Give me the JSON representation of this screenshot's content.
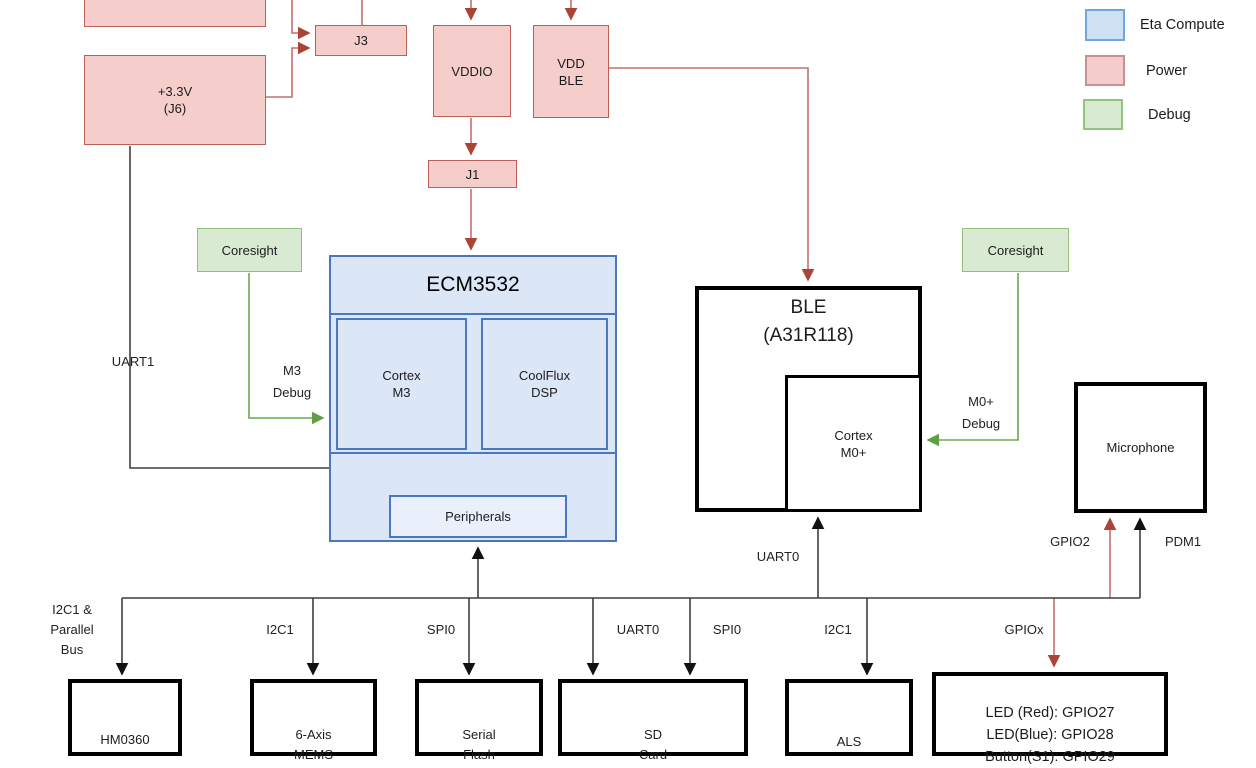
{
  "diagram": {
    "legend": [
      {
        "label": "Eta Compute",
        "fill": "#cfe2f3",
        "border": "#6fa8dc"
      },
      {
        "label": "Power",
        "fill": "#f4cccc",
        "border": "#cc8f8b"
      },
      {
        "label": "Debug",
        "fill": "#d9ead3",
        "border": "#93c47d"
      }
    ],
    "power_nodes": {
      "top_partial_box": "",
      "supply_33v": "+3.3V\n(J6)",
      "j3": "J3",
      "vddio": "VDDIO",
      "vdd_ble": "VDD\nBLE",
      "j1": "J1"
    },
    "debug_nodes": {
      "coresight_left": "Coresight",
      "coresight_right": "Coresight"
    },
    "eta_compute": {
      "title": "ECM3532",
      "cortex_m3": "Cortex\nM3",
      "coolflux_dsp": "CoolFlux\nDSP",
      "peripherals": "Peripherals"
    },
    "ble": {
      "title": "BLE\n(A31R118)",
      "cortex_m0": "Cortex\nM0+"
    },
    "peripheral_nodes": {
      "microphone": "Microphone",
      "hm0360": "HM0360",
      "mems": "6-Axis\nMEMS",
      "serial_flash": "Serial\nFlash",
      "sd_card": "SD\nCard",
      "als": "ALS",
      "led_block": "LED (Red): GPIO27\nLED(Blue): GPIO28\nButton(S1): GPIO29"
    },
    "wire_labels": {
      "uart1": "UART1",
      "m3_debug": "M3\nDebug",
      "m0_debug": "M0+\nDebug",
      "uart0_ble": "UART0",
      "gpio2": "GPIO2",
      "pdm1": "PDM1",
      "i2c1_parallel_bus": "I2C1 &\nParallel\nBus",
      "i2c1_mems": "I2C1",
      "spi0_flash": "SPI0",
      "uart0_sd": "UART0",
      "spi0_sd": "SPI0",
      "i2c1_als": "I2C1",
      "gpiox": "GPIOx"
    },
    "wire_colors": {
      "power": "#bb5f58",
      "debug": "#6aa84f",
      "data": "#3f3f3f"
    }
  }
}
